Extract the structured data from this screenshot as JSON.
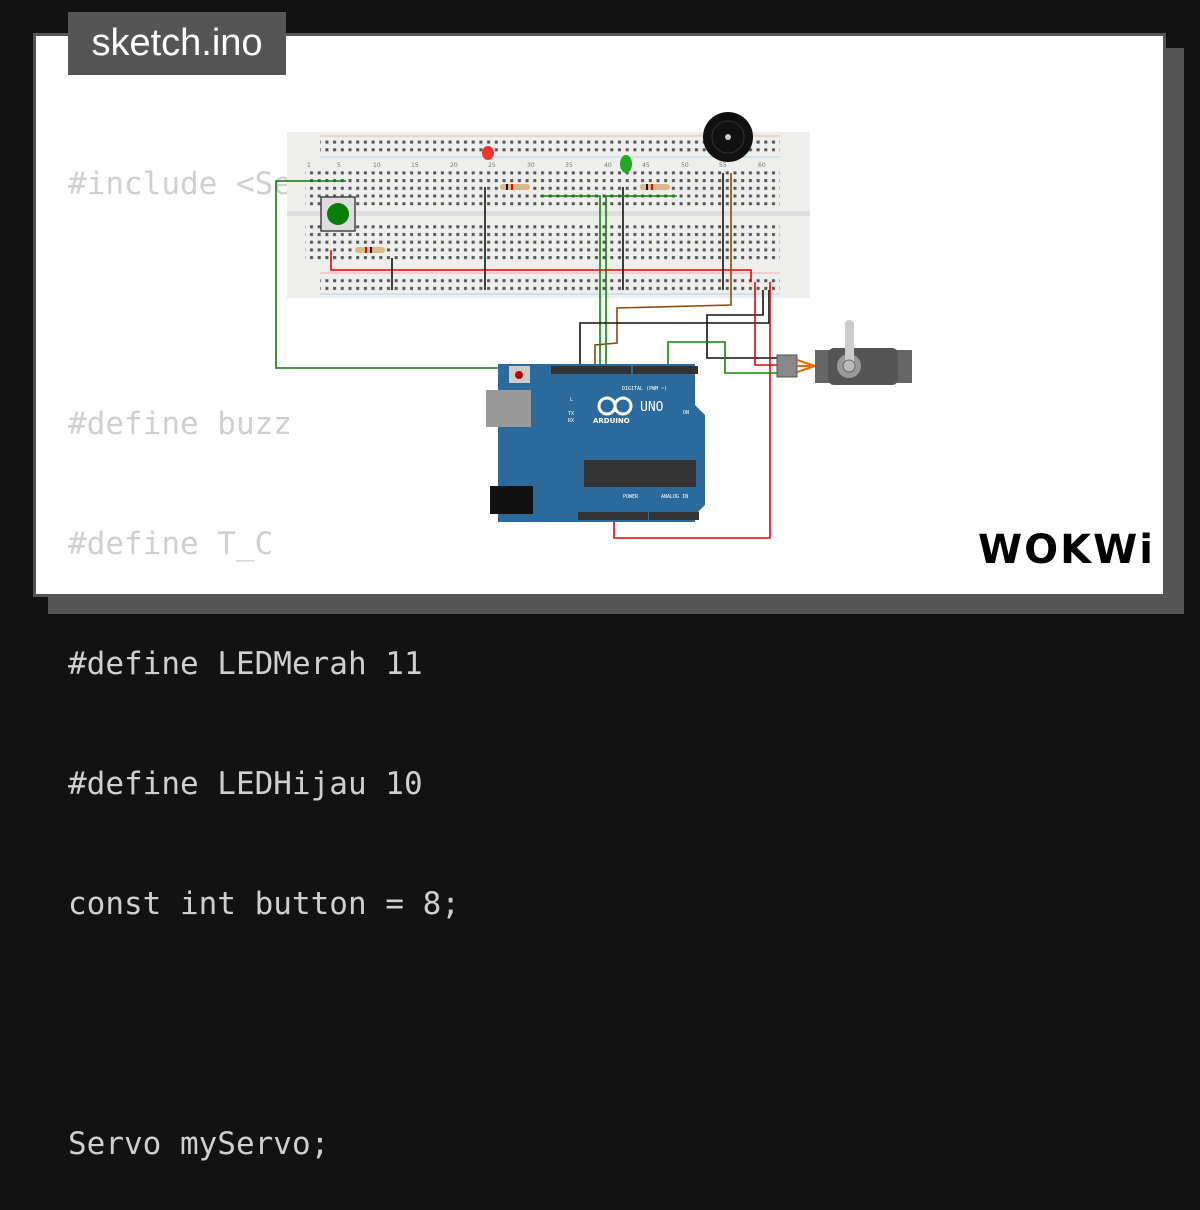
{
  "file_tab": {
    "title": "sketch.ino"
  },
  "code_lines": [
    "#include <Servo.h>",
    "",
    "#define buzz",
    "#define T_C",
    "#define LEDMerah 11",
    "#define LEDHijau 10",
    "const int button = 8;",
    "",
    "Servo myServo;"
  ],
  "arduino": {
    "model": "UNO",
    "brand": "ARDUINO",
    "digital_label": "DIGITAL (PWM ~)",
    "power_label": "POWER",
    "analog_label": "ANALOG IN",
    "on_label": "ON",
    "tx": "TX",
    "rx": "RX",
    "l": "L"
  },
  "breadboard": {
    "col_labels": [
      "1",
      "5",
      "10",
      "15",
      "20",
      "25",
      "30",
      "35",
      "40",
      "45",
      "50",
      "55",
      "60"
    ]
  },
  "brand": {
    "logo": "WOKWi"
  },
  "colors": {
    "background": "#121212",
    "card_border": "#555555",
    "code_text": "#cfcfcf",
    "arduino_blue": "#2b6a9a",
    "breadboard": "#eeeeee"
  }
}
